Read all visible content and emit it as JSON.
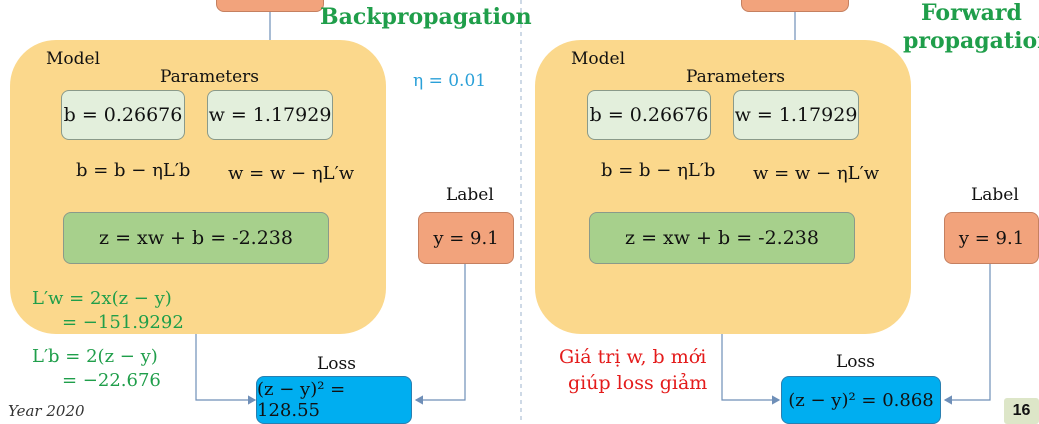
{
  "slide_number": "16",
  "footer": "Year 2020",
  "left": {
    "title": "Backpropagation",
    "eta": "η = 0.01",
    "model_label": "Model",
    "params_label": "Parameters",
    "b_value": "b = 0.26676",
    "w_value": "w = 1.17929",
    "b_update": "b = b − ηL′b",
    "w_update": "w = w − ηL′w",
    "z_formula": "z = xw + b = -2.238",
    "label_title": "Label",
    "label_value": "y = 9.1",
    "loss_title": "Loss",
    "loss_value": "(z − y)² = 128.55",
    "dw_line1": "L′w = 2x(z − y)",
    "dw_line2": "= −151.9292",
    "db_line1": "L′b = 2(z − y)",
    "db_line2": "= −22.676"
  },
  "right": {
    "title_line1": "Forward",
    "title_line2": "propagation",
    "model_label": "Model",
    "params_label": "Parameters",
    "b_value": "b = 0.26676",
    "w_value": "w = 1.17929",
    "b_update": "b = b − ηL′b",
    "w_update": "w = w − ηL′w",
    "z_formula": "z = xw + b = -2.238",
    "label_title": "Label",
    "label_value": "y = 9.1",
    "loss_title": "Loss",
    "loss_value": "(z − y)² = 0.868",
    "note_line1": "Giá trị w, b mới",
    "note_line2": "giúp loss giảm"
  },
  "colors": {
    "model_bg": "#fbd88c",
    "param_bg": "#e3efdc",
    "z_bg": "#a7d08c",
    "label_bg": "#f2a37c",
    "loss_bg": "#00aef0",
    "title_green": "#1f9e4a",
    "note_red": "#e41b1b",
    "eta_blue": "#2aa0d8",
    "wire": "#6f8fb8"
  }
}
